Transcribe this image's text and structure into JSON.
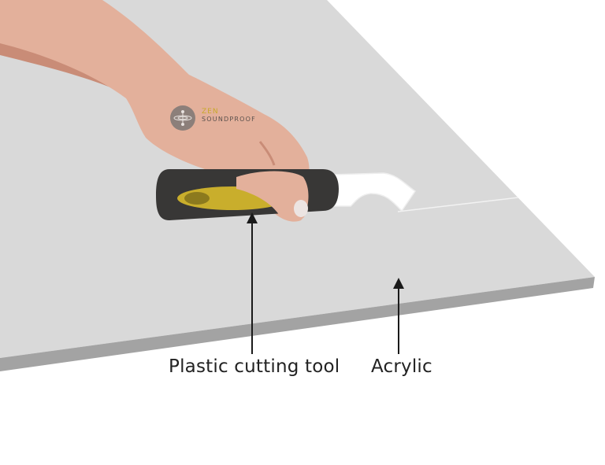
{
  "labels": {
    "tool": "Plastic cutting tool",
    "material": "Acrylic"
  },
  "logo": {
    "line1": "ZEN",
    "line2": "SOUNDPROOF"
  },
  "colors": {
    "acrylic_top": "#d9d9d9",
    "acrylic_edge": "#a3a3a3",
    "skin": "#e3b09b",
    "skin_shadow": "#c98c77",
    "handle": "#383736",
    "grip": "#c9ae2c",
    "grip_dark": "#8c7a1e",
    "blade": "#ffffff",
    "arrow": "#1a1a1a"
  }
}
